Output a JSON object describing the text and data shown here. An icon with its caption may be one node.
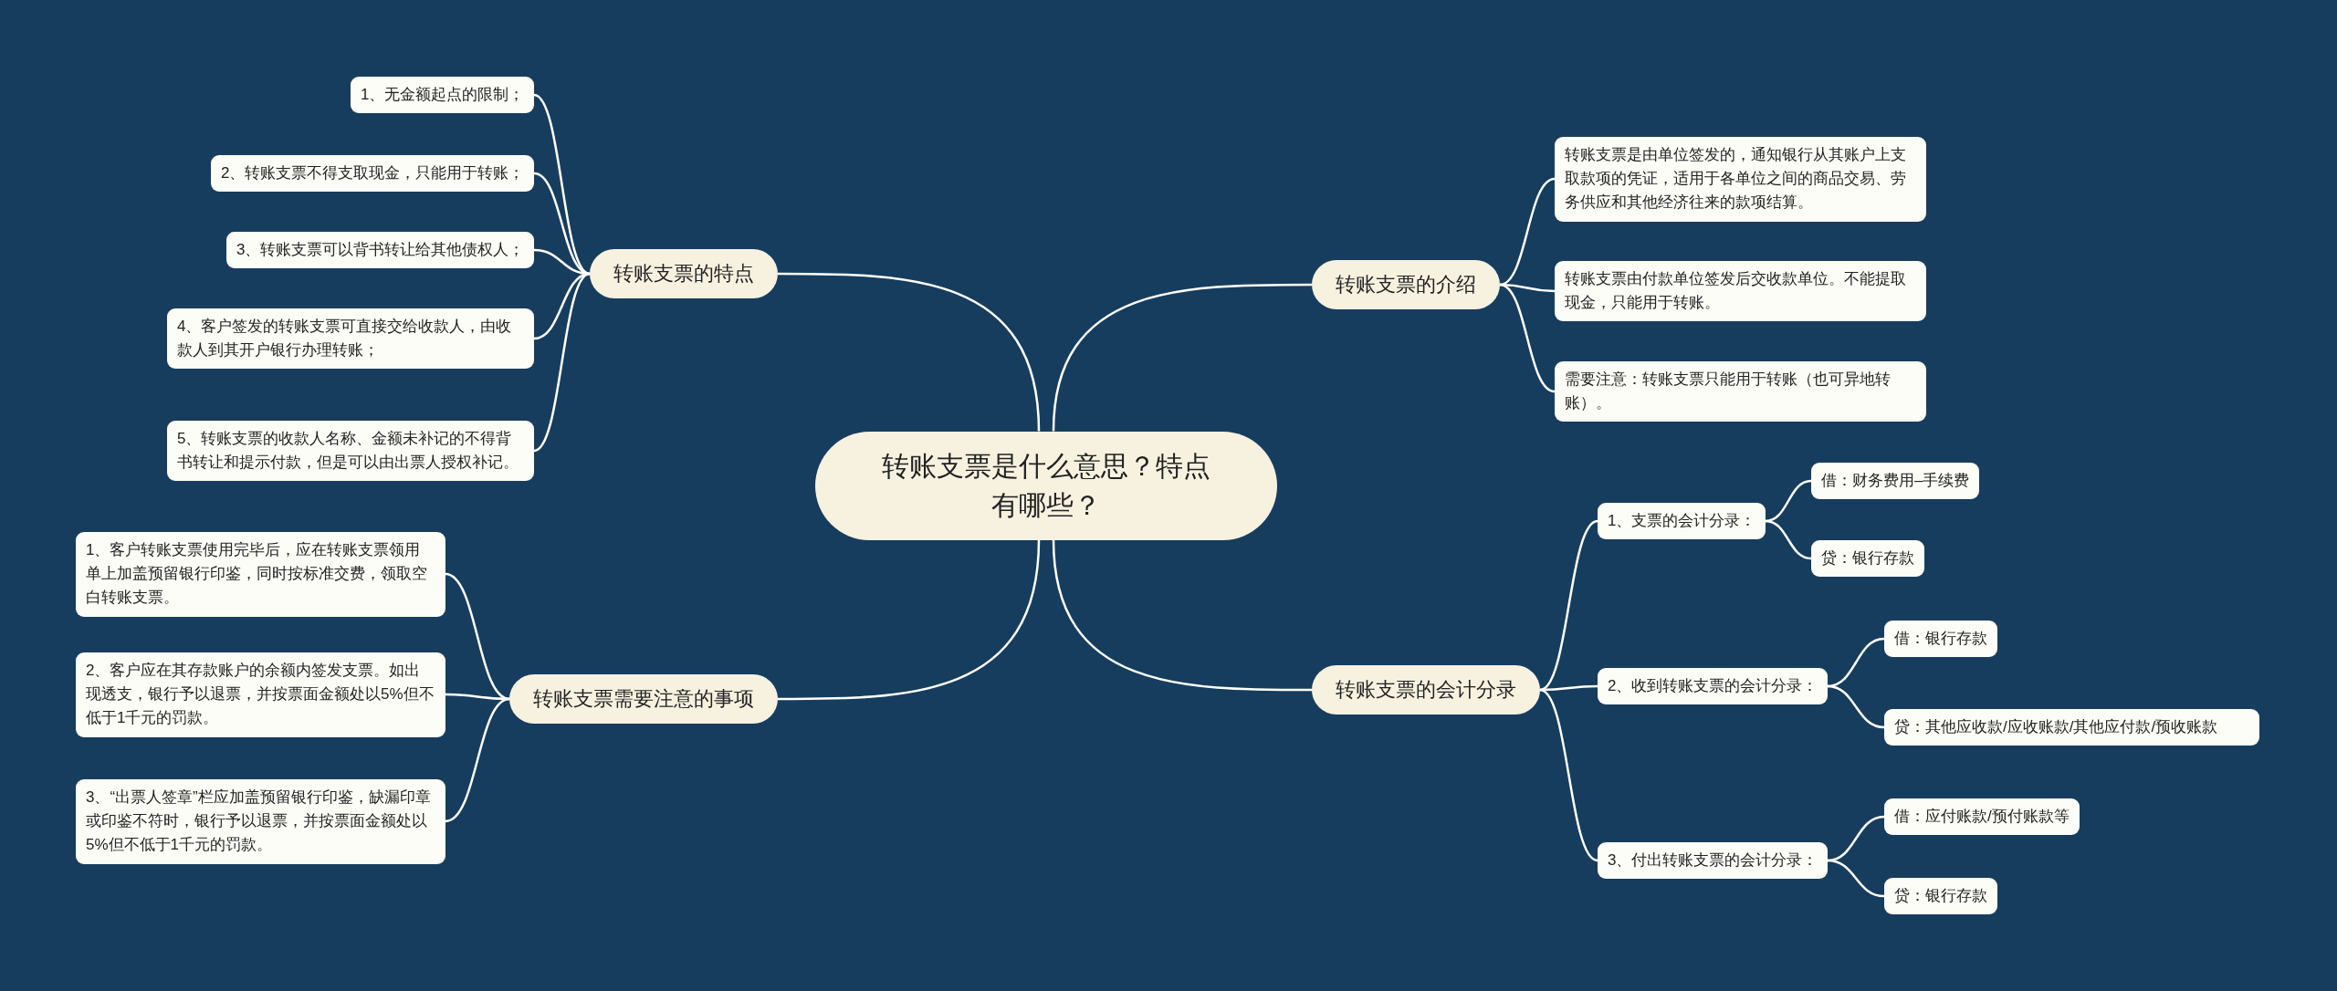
{
  "diagram": {
    "nodes": [
      {
        "text": [
          "转账支票是什么意思？特点有哪些？"
        ]
      },
      {
        "text": [
          "转账支票的特点"
        ]
      },
      {
        "text": [
          "1、无金额起点的限制；"
        ]
      },
      {
        "text": [
          "2、转账支票不得支取现金，只能用于转账；"
        ]
      },
      {
        "text": [
          "3、转账支票可以背书转让给其他债权人；"
        ]
      },
      {
        "text": [
          "4、客户签发的转账支票可直接交给收款人，由收款人到其开户银行办理转账；"
        ]
      },
      {
        "text": [
          "5、转账支票的收款人名称、金额未补记的不得背书转让和提示付款，但是可以由出票人授权补记。"
        ]
      },
      {
        "text": [
          "转账支票需要注意的事项"
        ]
      },
      {
        "text": [
          "1、客户转账支票使用完毕后，应在转账支票领用单上加盖预留银行印鉴，同时按标准交费，领取空白转账支票。"
        ]
      },
      {
        "text": [
          "2、客户应在其存款账户的余额内签发支票。如出现透支，银行予以退票，并按票面金额处以5%但不低于1千元的罚款。"
        ]
      },
      {
        "text": [
          "3、“出票人签章”栏应加盖预留银行印鉴，缺漏印章或印鉴不符时，银行予以退票，并按票面金额处以5%但不低于1千元的罚款。"
        ]
      },
      {
        "text": [
          "转账支票的介绍"
        ]
      },
      {
        "text": [
          "转账支票是由单位签发的，通知银行从其账户上支取款项的凭证，适用于各单位之间的商品交易、劳务供应和其他经济往来的款项结算。"
        ]
      },
      {
        "text": [
          "转账支票由付款单位签发后交收款单位。不能提取现金，只能用于转账。"
        ]
      },
      {
        "text": [
          "需要注意：转账支票只能用于转账（也可异地转账）。"
        ]
      },
      {
        "text": [
          "转账支票的会计分录"
        ]
      },
      {
        "text": [
          "1、支票的会计分录："
        ]
      },
      {
        "text": [
          "借：财务费用–手续费"
        ]
      },
      {
        "text": [
          "贷：银行存款"
        ]
      },
      {
        "text": [
          "2、收到转账支票的会计分录："
        ]
      },
      {
        "text": [
          "借：银行存款"
        ]
      },
      {
        "text": [
          "贷：其他应收款/应收账款/其他应付款/预收账款"
        ]
      },
      {
        "text": [
          "3、付出转账支票的会计分录："
        ]
      },
      {
        "text": [
          "借：应付账款/预付账款等"
        ]
      },
      {
        "text": [
          "贷：银行存款"
        ]
      }
    ],
    "edges": [
      {
        "from": 0,
        "to": 1,
        "arrow": "none"
      },
      {
        "from": 1,
        "to": 2,
        "arrow": "none"
      },
      {
        "from": 1,
        "to": 3,
        "arrow": "none"
      },
      {
        "from": 1,
        "to": 4,
        "arrow": "none"
      },
      {
        "from": 1,
        "to": 5,
        "arrow": "none"
      },
      {
        "from": 1,
        "to": 6,
        "arrow": "none"
      },
      {
        "from": 0,
        "to": 7,
        "arrow": "none"
      },
      {
        "from": 7,
        "to": 8,
        "arrow": "none"
      },
      {
        "from": 7,
        "to": 9,
        "arrow": "none"
      },
      {
        "from": 7,
        "to": 10,
        "arrow": "none"
      },
      {
        "from": 0,
        "to": 11,
        "arrow": "none"
      },
      {
        "from": 11,
        "to": 12,
        "arrow": "none"
      },
      {
        "from": 11,
        "to": 13,
        "arrow": "none"
      },
      {
        "from": 11,
        "to": 14,
        "arrow": "none"
      },
      {
        "from": 0,
        "to": 15,
        "arrow": "none"
      },
      {
        "from": 15,
        "to": 16,
        "arrow": "none"
      },
      {
        "from": 15,
        "to": 19,
        "arrow": "none"
      },
      {
        "from": 15,
        "to": 22,
        "arrow": "none"
      },
      {
        "from": 16,
        "to": 17,
        "arrow": "none"
      },
      {
        "from": 16,
        "to": 18,
        "arrow": "none"
      },
      {
        "from": 19,
        "to": 20,
        "arrow": "none"
      },
      {
        "from": 19,
        "to": 21,
        "arrow": "none"
      },
      {
        "from": 22,
        "to": 23,
        "arrow": "none"
      },
      {
        "from": 22,
        "to": 24,
        "arrow": "none"
      }
    ]
  }
}
